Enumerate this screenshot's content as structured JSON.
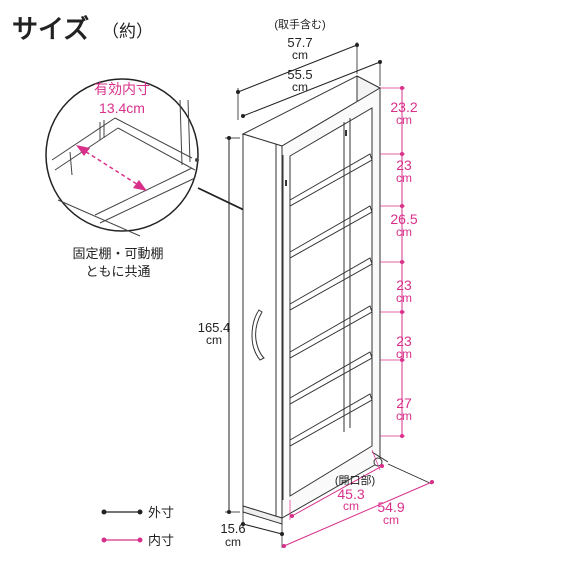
{
  "title": {
    "main": "サイズ",
    "sub": "（約）"
  },
  "inset": {
    "label": "有効内寸",
    "value": "13.4cm",
    "note_line1": "固定棚・可動棚",
    "note_line2": "ともに共通"
  },
  "outer_dims": {
    "width_note": "(取手含む)",
    "width_with_handle": "57.7",
    "width_body": "55.5",
    "height": "165.4",
    "depth": "15.6",
    "base_width": "54.9",
    "unit": "cm"
  },
  "inner_dims": {
    "opening_note": "(開口部)",
    "opening_width": "45.3",
    "shelf_gaps": [
      "23.2",
      "23",
      "26.5",
      "23",
      "23",
      "27"
    ],
    "unit": "cm"
  },
  "legend": [
    {
      "label": "外寸",
      "color": "#222222"
    },
    {
      "label": "内寸",
      "color": "#d8308a"
    }
  ],
  "colors": {
    "outer": "#222222",
    "inner": "#d8308a"
  }
}
